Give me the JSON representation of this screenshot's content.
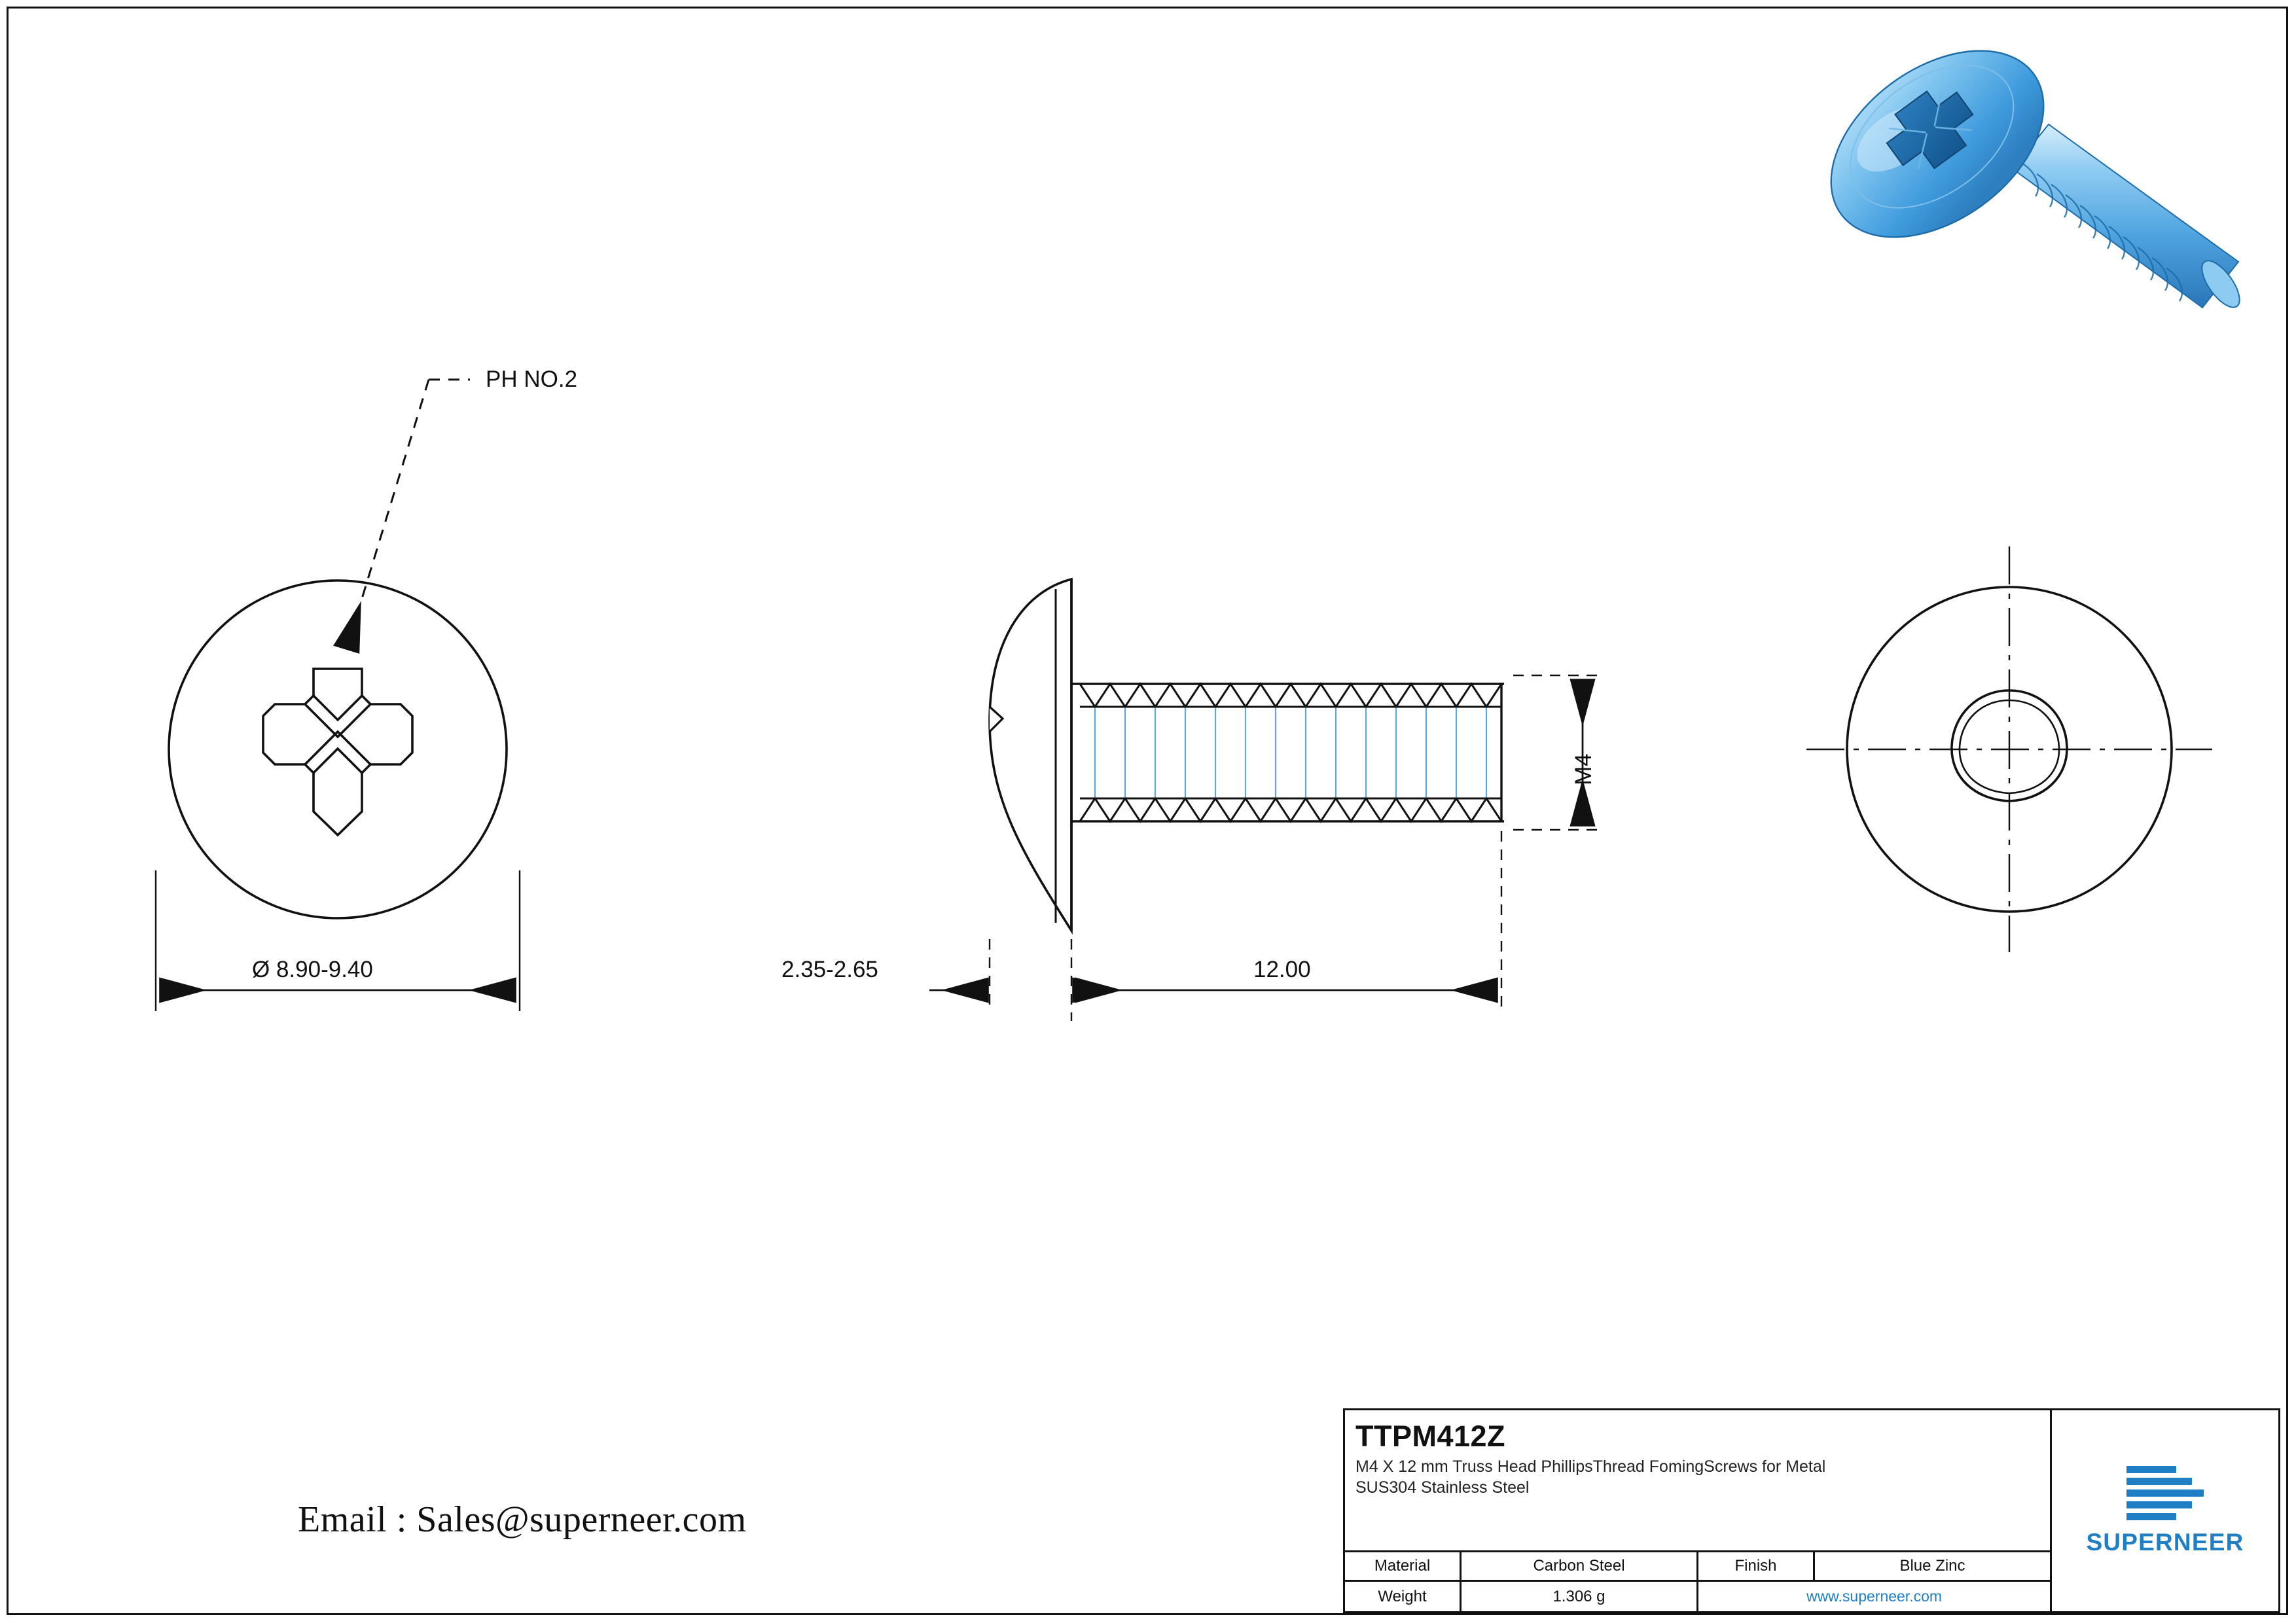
{
  "document": {
    "type": "engineering-drawing",
    "background": "#ffffff",
    "border_color": "#111111"
  },
  "views": {
    "top_view": {
      "name": "head-top-view",
      "callout_label": "PH NO.2",
      "diameter_dimension": "Ø 8.90-9.40"
    },
    "side_view": {
      "name": "side-section-view",
      "head_height_dimension": "2.35-2.65",
      "length_dimension": "12.00",
      "thread_dimension": "M4"
    },
    "end_view": {
      "name": "end-view"
    },
    "render": {
      "name": "3d-render",
      "color": "#4aa6e8"
    }
  },
  "contact": {
    "email_line": "Email : Sales@superneer.com"
  },
  "title_block": {
    "part_number": "TTPM412Z",
    "description_line1": "M4 X 12 mm Truss Head PhillipsThread FomingScrews for Metal",
    "description_line2": "SUS304 Stainless Steel",
    "material_label": "Material",
    "material_value": "Carbon Steel",
    "finish_label": "Finish",
    "finish_value": "Blue Zinc",
    "weight_label": "Weight",
    "weight_value": "1.306 g",
    "website": "www.superneer.com",
    "brand": "SUPERNEER",
    "brand_color": "#1f7ec4"
  }
}
